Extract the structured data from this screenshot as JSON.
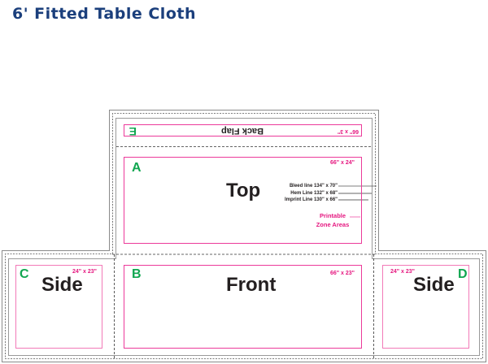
{
  "title": "6' Fitted Table Cloth",
  "panels": {
    "back_flap": {
      "letter": "E",
      "label": "Back Flap",
      "size": "66\" x 3\""
    },
    "top": {
      "letter": "A",
      "label": "Top",
      "size": "66\" x 24\""
    },
    "front": {
      "letter": "B",
      "label": "Front",
      "size": "66\" x 23\""
    },
    "side_left": {
      "letter": "C",
      "label": "Side",
      "size": "24\" x 23\""
    },
    "side_right": {
      "letter": "D",
      "label": "Side",
      "size": "24\" x 23\""
    }
  },
  "legend": {
    "bleed": "Bleed line 134\" x 70\"",
    "hem": "Hem Line  132\" x 68\"",
    "imprint": "Imprint Line  130\" x 66\"",
    "printable": "Printable",
    "zone": "Zone Areas"
  },
  "colors": {
    "title": "#1b3f7c",
    "zone": "#ec3a9a",
    "letter": "#10a650"
  }
}
